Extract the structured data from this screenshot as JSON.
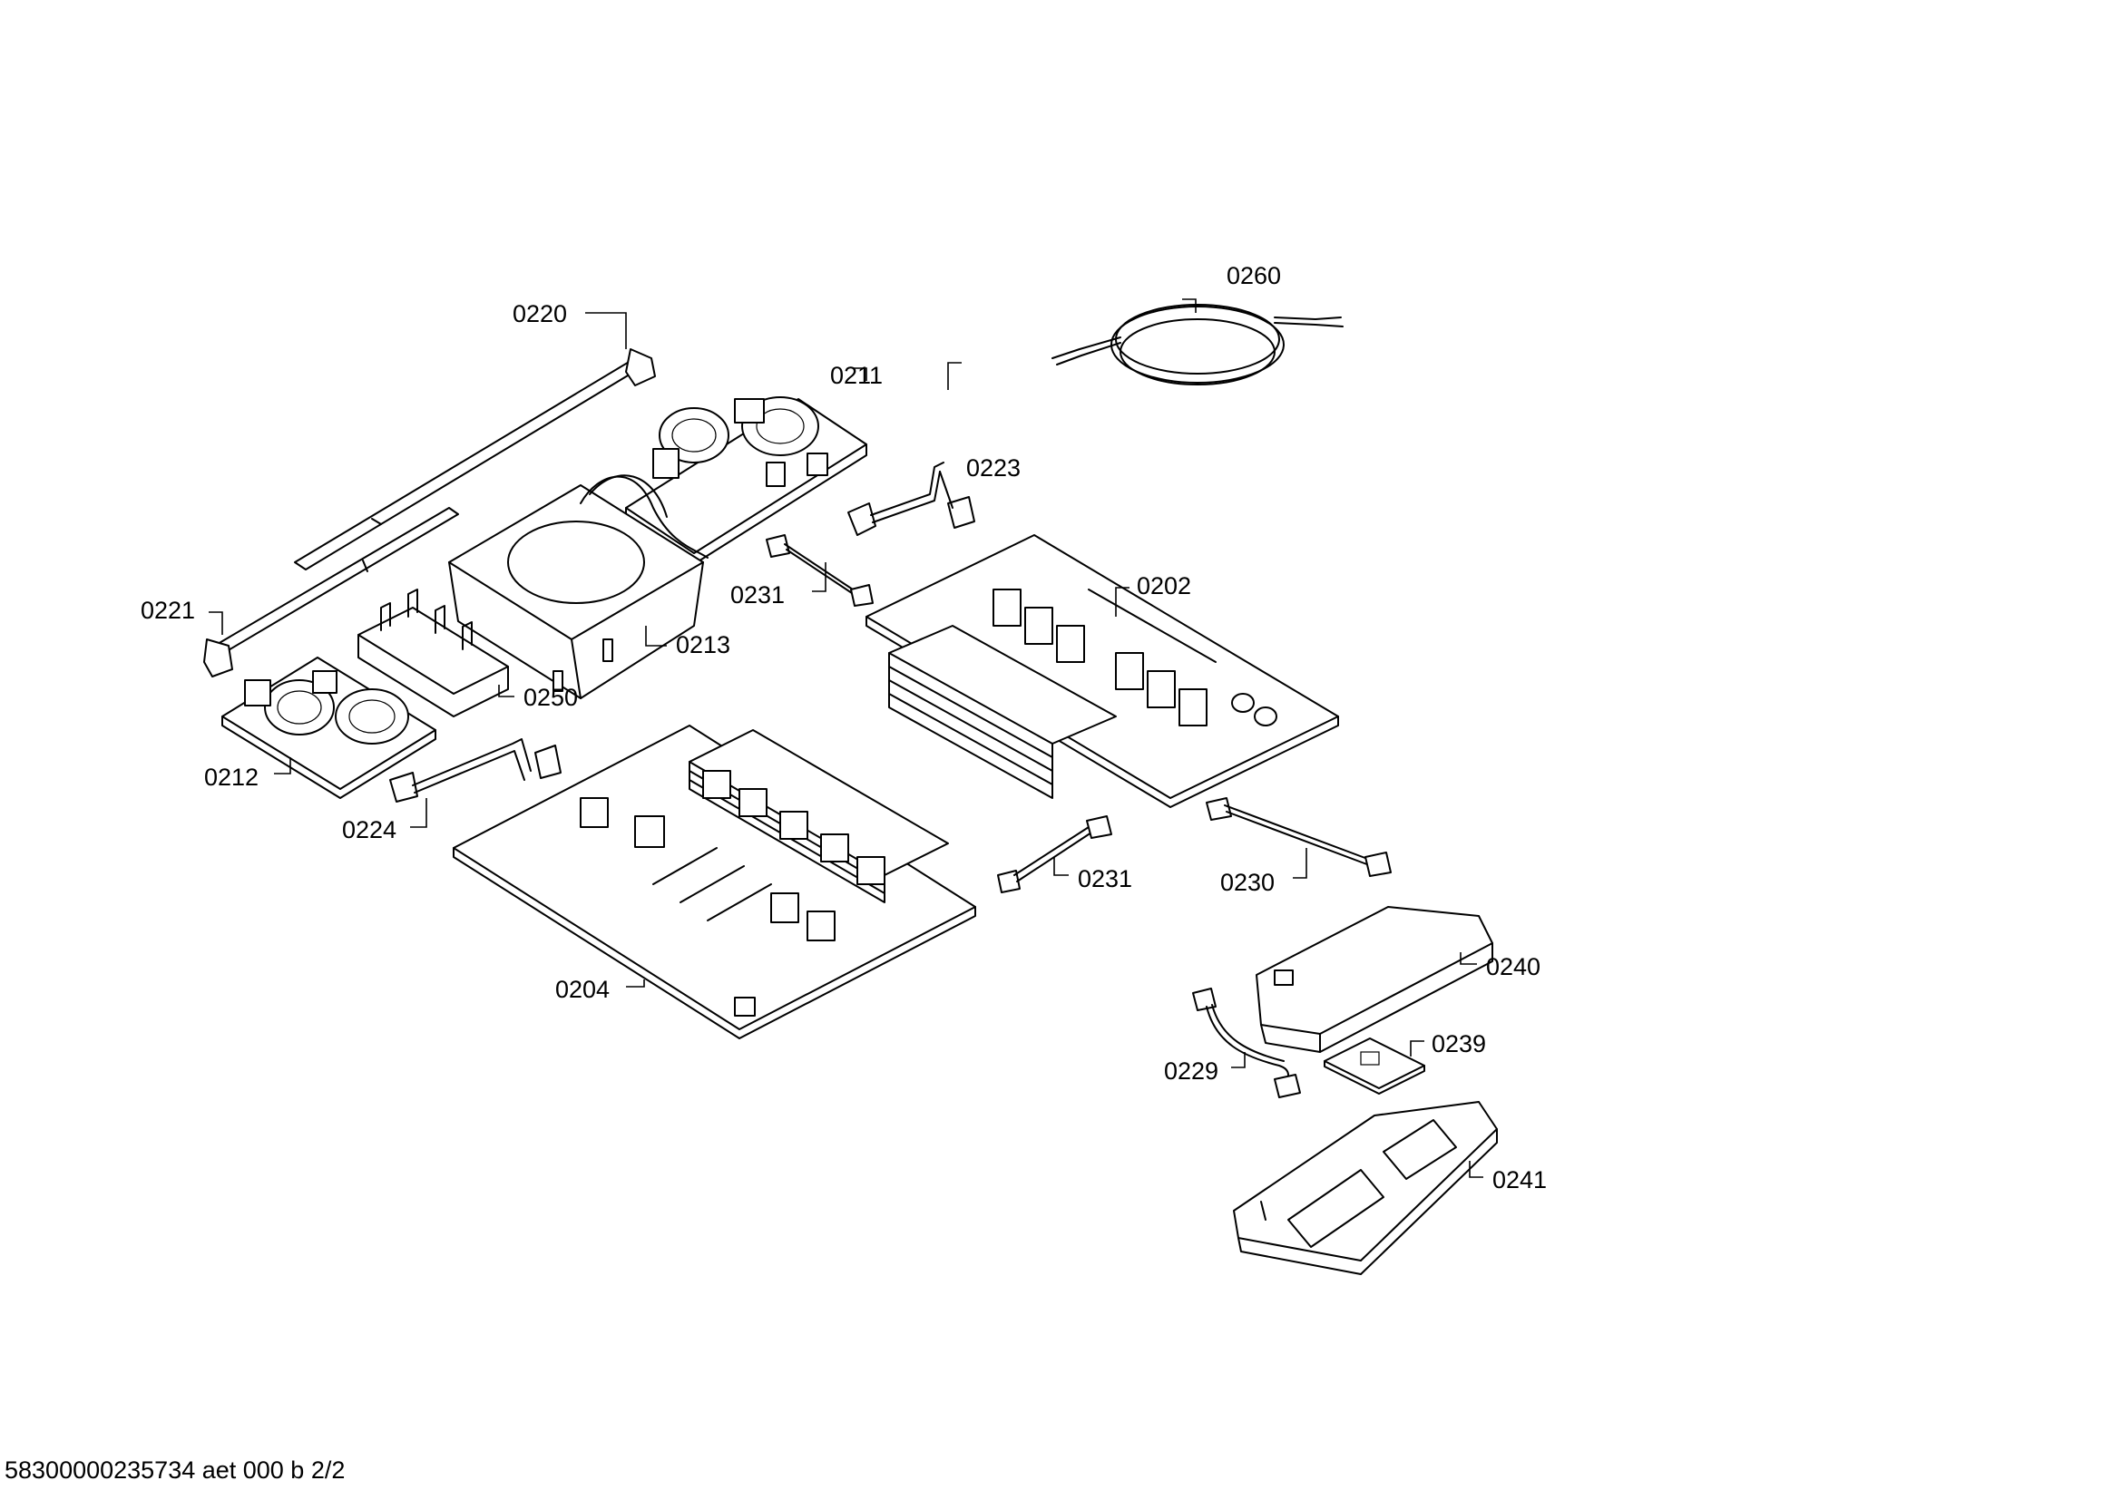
{
  "diagram": {
    "labels": {
      "p0260": "0260",
      "p0220": "0220",
      "p0211": "0211",
      "p0223": "0223",
      "p0231a": "0231",
      "p0202": "0202",
      "p0221": "0221",
      "p0213": "0213",
      "p0250": "0250",
      "p0212": "0212",
      "p0224": "0224",
      "p0231b": "0231",
      "p0230": "0230",
      "p0240": "0240",
      "p0204": "0204",
      "p0239": "0239",
      "p0229": "0229",
      "p0241": "0241"
    },
    "footer": "58300000235734 aet 000 b 2/2"
  }
}
